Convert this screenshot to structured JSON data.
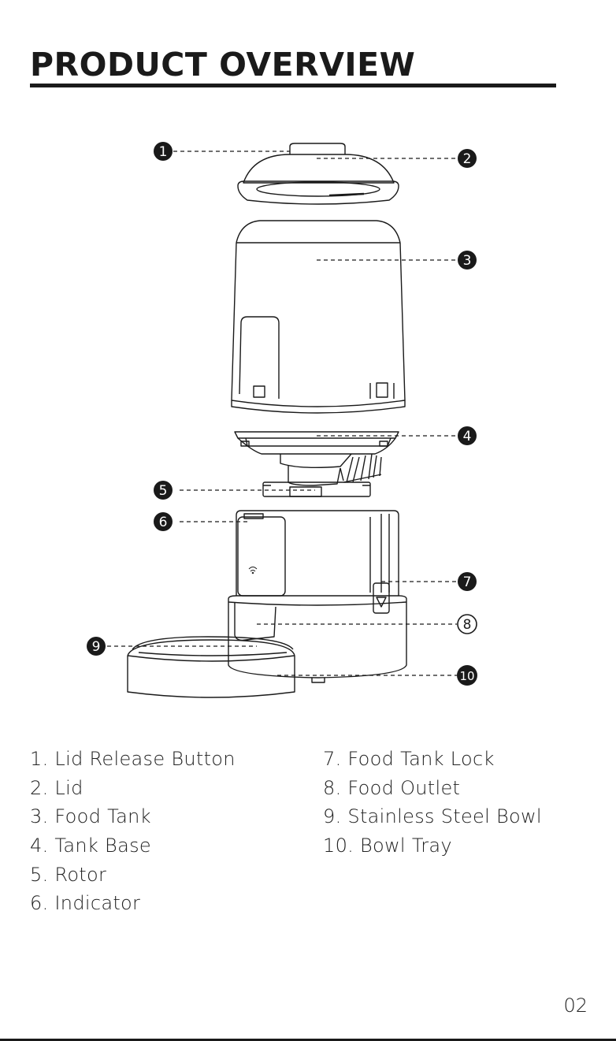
{
  "page": {
    "title": "PRODUCT OVERVIEW",
    "page_number": "02"
  },
  "callouts": [
    "1",
    "2",
    "3",
    "4",
    "5",
    "6",
    "7",
    "8",
    "9",
    "10"
  ],
  "legend": {
    "left": [
      "1. Lid Release Button",
      "2. Lid",
      "3. Food Tank",
      "4. Tank Base",
      "5. Rotor",
      "6. Indicator"
    ],
    "right": [
      "7. Food Tank Lock",
      "8. Food Outlet",
      "9. Stainless Steel Bowl",
      "10. Bowl Tray"
    ]
  },
  "colors": {
    "ink": "#1a1a1a",
    "background": "#ffffff"
  },
  "icons": [
    "wifi-icon"
  ]
}
